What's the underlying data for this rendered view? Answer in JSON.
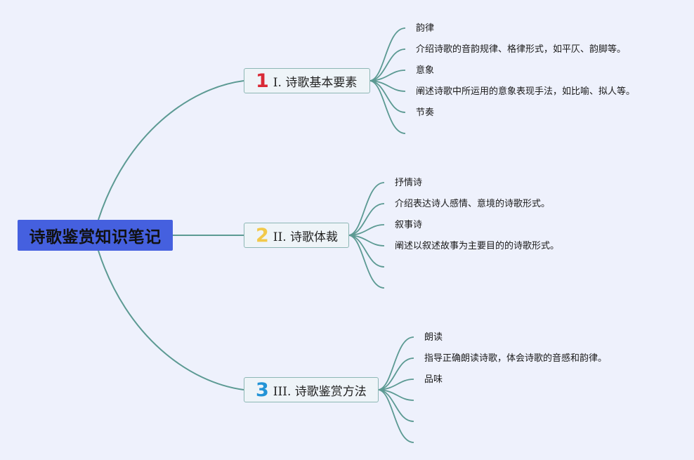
{
  "mindmap": {
    "root": {
      "label": "诗歌鉴赏知识笔记"
    },
    "branches": [
      {
        "badge": "1",
        "label": "I. 诗歌基本要素",
        "items": [
          "韵律",
          "介绍诗歌的音韵规律、格律形式，如平仄、韵脚等。",
          "意象",
          "阐述诗歌中所运用的意象表现手法，如比喻、拟人等。",
          "节奏"
        ]
      },
      {
        "badge": "2",
        "label": "II. 诗歌体裁",
        "items": [
          "抒情诗",
          "介绍表达诗人感情、意境的诗歌形式。",
          "叙事诗",
          "阐述以叙述故事为主要目的的诗歌形式。"
        ]
      },
      {
        "badge": "3",
        "label": "III. 诗歌鉴赏方法",
        "items": [
          "朗读",
          "指导正确朗读诗歌，体会诗歌的音感和韵律。",
          "品味"
        ]
      }
    ],
    "colors": {
      "background": "#eef1fc",
      "connector": "#5c9a93",
      "root_fill": "#4560df",
      "branch_fill": "#eef4f8",
      "branch_border": "#8db7b5",
      "badge_1": "#d92a36",
      "badge_2": "#f2c94a",
      "badge_3": "#2394d6"
    }
  }
}
